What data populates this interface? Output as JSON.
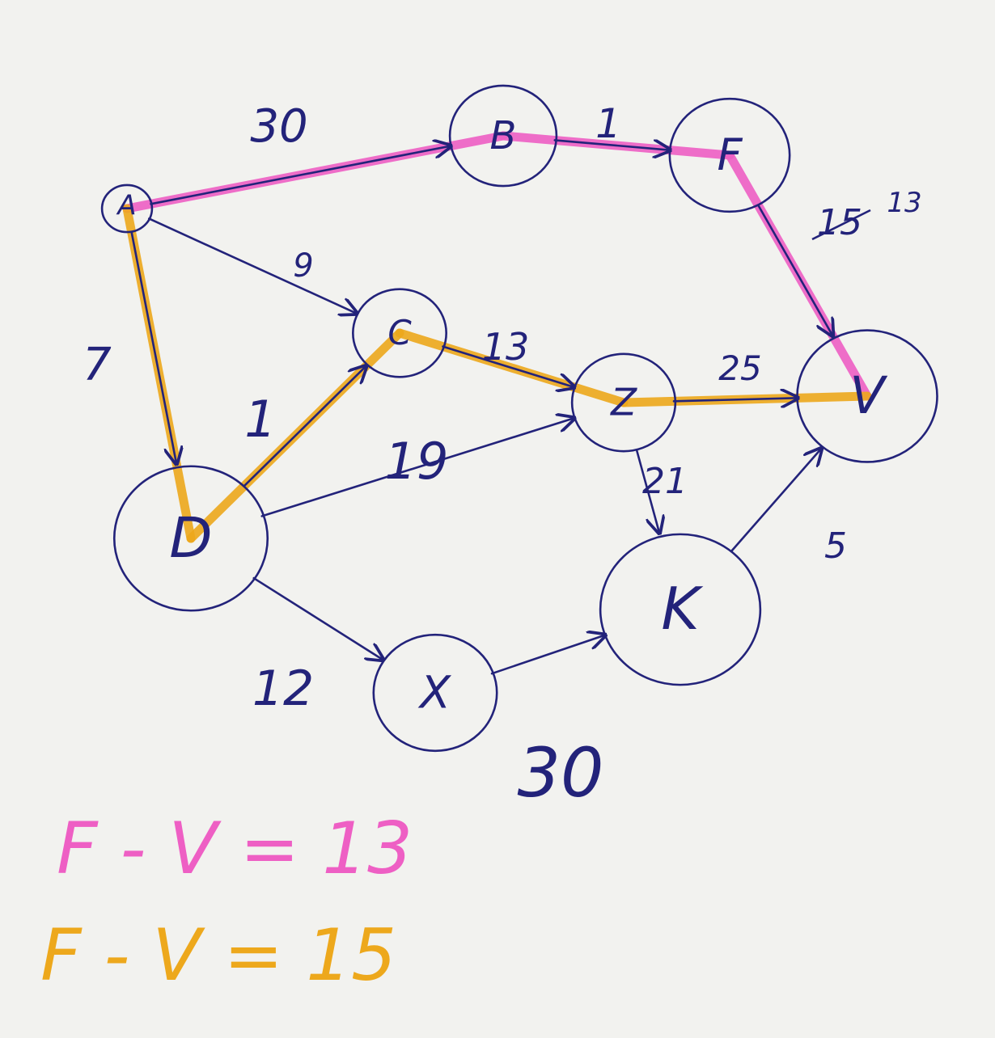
{
  "diagram": {
    "type": "weighted-directed-graph",
    "ink_color": "#23237a",
    "pink_color": "#ee5fc4",
    "orange_color": "#eda81c",
    "nodes": [
      {
        "id": "A",
        "label": "A"
      },
      {
        "id": "B",
        "label": "B"
      },
      {
        "id": "F",
        "label": "F"
      },
      {
        "id": "C",
        "label": "C"
      },
      {
        "id": "Z",
        "label": "Z"
      },
      {
        "id": "V",
        "label": "V"
      },
      {
        "id": "D",
        "label": "D"
      },
      {
        "id": "K",
        "label": "K"
      },
      {
        "id": "X",
        "label": "X"
      }
    ],
    "edges": [
      {
        "id": "A-B",
        "from": "A",
        "to": "B",
        "label": "30",
        "highlight": "pink"
      },
      {
        "id": "B-F",
        "from": "B",
        "to": "F",
        "label": "1",
        "highlight": "pink"
      },
      {
        "id": "F-V",
        "from": "F",
        "to": "V",
        "label": "15",
        "corrected_label": "13",
        "highlight": "pink"
      },
      {
        "id": "A-C",
        "from": "A",
        "to": "C",
        "label": "9",
        "highlight": ""
      },
      {
        "id": "A-D",
        "from": "A",
        "to": "D",
        "label": "7",
        "highlight": "orange"
      },
      {
        "id": "D-C",
        "from": "D",
        "to": "C",
        "label": "1",
        "highlight": "orange"
      },
      {
        "id": "C-Z",
        "from": "C",
        "to": "Z",
        "label": "13",
        "highlight": "orange"
      },
      {
        "id": "Z-V",
        "from": "Z",
        "to": "V",
        "label": "25",
        "highlight": "orange"
      },
      {
        "id": "D-Z",
        "from": "D",
        "to": "Z",
        "label": "19",
        "highlight": ""
      },
      {
        "id": "Z-K",
        "from": "Z",
        "to": "K",
        "label": "21",
        "highlight": ""
      },
      {
        "id": "K-V",
        "from": "K",
        "to": "V",
        "label": "5",
        "highlight": ""
      },
      {
        "id": "D-X",
        "from": "D",
        "to": "X",
        "label": "12",
        "highlight": ""
      },
      {
        "id": "X-K",
        "from": "X",
        "to": "K",
        "label": "30",
        "highlight": ""
      }
    ],
    "notes": [
      {
        "id": "pink-note",
        "text": "F - V = 13",
        "color": "pink"
      },
      {
        "id": "orange-note",
        "text": "F - V = 15",
        "color": "orange"
      }
    ]
  }
}
